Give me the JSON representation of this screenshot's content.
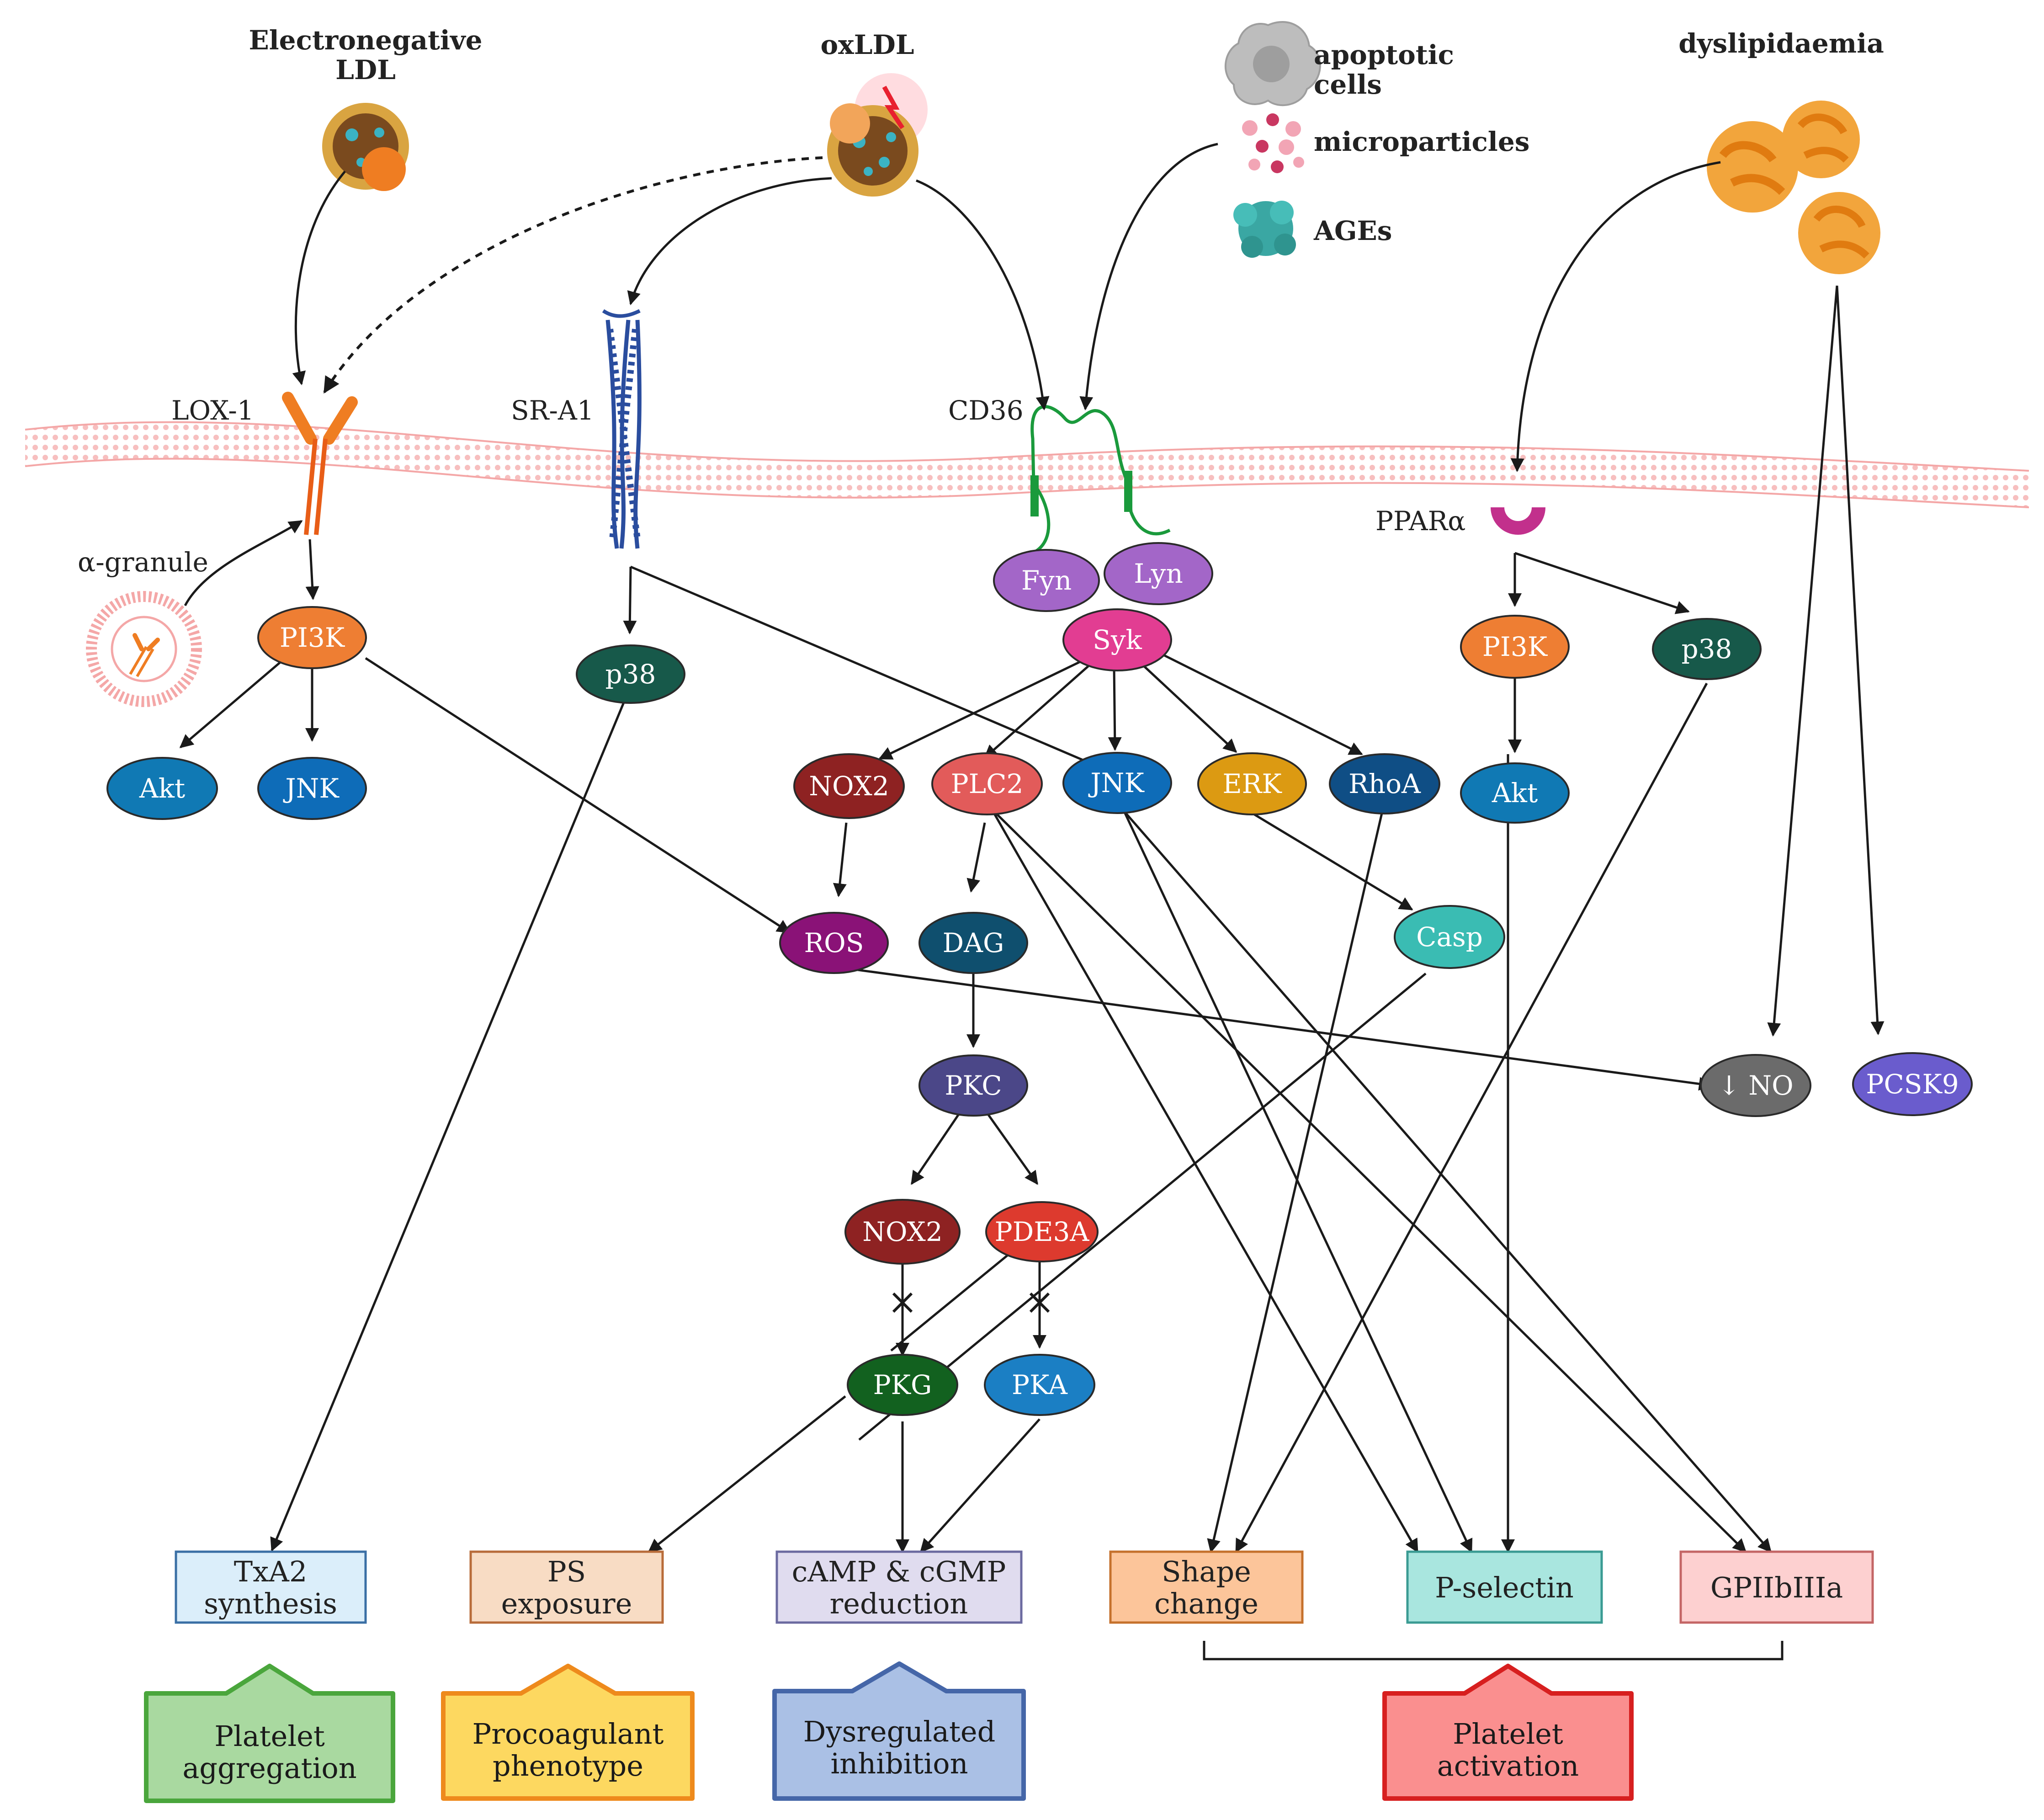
{
  "ligands": {
    "electronegative_ldl": [
      "Electronegative",
      "LDL"
    ],
    "oxldl": "oxLDL",
    "apoptotic_cells": [
      "apoptotic",
      "cells"
    ],
    "microparticles": "microparticles",
    "ages": "AGEs",
    "dyslipidaemia": "dyslipidaemia"
  },
  "receptors": {
    "lox1": "LOX-1",
    "sra1": "SR-A1",
    "cd36": "CD36",
    "ppara": "PPARα",
    "alpha_granule": "α-granule"
  },
  "nodes": {
    "pi3k_lox": "PI3K",
    "akt_lox": "Akt",
    "jnk_lox": "JNK",
    "p38_sr": "p38",
    "fyn": "Fyn",
    "lyn": "Lyn",
    "syk": "Syk",
    "nox2_a": "NOX2",
    "plc2": "PLC2",
    "jnk_cd": "JNK",
    "erk": "ERK",
    "rhoa": "RhoA",
    "ros": "ROS",
    "dag": "DAG",
    "casp": "Casp",
    "pkc": "PKC",
    "nox2_b": "NOX2",
    "pde3a": "PDE3A",
    "pkg": "PKG",
    "pka": "PKA",
    "pi3k_pp": "PI3K",
    "p38_pp": "p38",
    "akt_pp": "Akt",
    "no": "↓ NO",
    "pcsk9": "PCSK9"
  },
  "effects": {
    "txa2": [
      "TxA2",
      "synthesis"
    ],
    "ps": [
      "PS",
      "exposure"
    ],
    "camp": [
      "cAMP & cGMP",
      "reduction"
    ],
    "shape": [
      "Shape",
      "change"
    ],
    "psel": "P-selectin",
    "gp": "GPIIbIIIa"
  },
  "outcomes": {
    "aggregation": [
      "Platelet",
      "aggregation"
    ],
    "procoag": [
      "Procoagulant",
      "phenotype"
    ],
    "dysreg": [
      "Dysregulated",
      "inhibition"
    ],
    "activation": [
      "Platelet",
      "activation"
    ]
  },
  "colors": {
    "pi3k": "#EE7E33",
    "akt": "#1079B4",
    "jnk": "#0E6CB8",
    "p38": "#17594A",
    "fyn_lyn": "#A366C8",
    "syk": "#E23D92",
    "nox2": "#8E2222",
    "plc2": "#E25B5A",
    "erk": "#DC9A12",
    "rhoa": "#0F4E85",
    "ros": "#8A1277",
    "dag": "#0F4F6E",
    "casp": "#3ABCB3",
    "pkc": "#4B4788",
    "pde3a": "#DD3A2E",
    "pkg": "#12611F",
    "pka": "#1B7FC4",
    "no": "#6B6B6B",
    "pcsk9": "#6A5CCD"
  }
}
